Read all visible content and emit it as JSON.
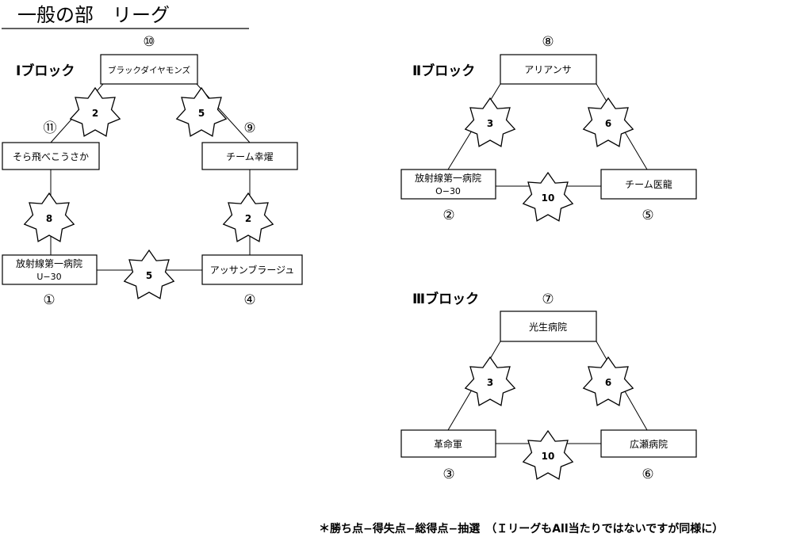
{
  "title": "一般の部　リーグ",
  "note": "＊勝ち点−得失点−総得点−抽選　（ＩリーグもAll当たりではないですが同様に）",
  "blocks": [
    {
      "label": "Ⅰブロック",
      "teams": [
        {
          "name": "ブラックダイヤモンズ",
          "sub": "",
          "seed": "⑩"
        },
        {
          "name": "そら飛べこうさか",
          "sub": "",
          "seed": "⑪"
        },
        {
          "name": "チーム幸燿",
          "sub": "",
          "seed": "⑨"
        },
        {
          "name": "放射線第一病院",
          "sub": "U−30",
          "seed": "①"
        },
        {
          "name": "アッサンブラージュ",
          "sub": "",
          "seed": "④"
        }
      ],
      "matches": [
        "2",
        "5",
        "8",
        "2",
        "5"
      ]
    },
    {
      "label": "Ⅱブロック",
      "teams": [
        {
          "name": "アリアンサ",
          "sub": "",
          "seed": "⑧"
        },
        {
          "name": "放射線第一病院",
          "sub": "O−30",
          "seed": "②"
        },
        {
          "name": "チーム医龍",
          "sub": "",
          "seed": "⑤"
        }
      ],
      "matches": [
        "3",
        "6",
        "10"
      ]
    },
    {
      "label": "Ⅲブロック",
      "teams": [
        {
          "name": "光生病院",
          "sub": "",
          "seed": "⑦"
        },
        {
          "name": "革命軍",
          "sub": "",
          "seed": "③"
        },
        {
          "name": "広瀬病院",
          "sub": "",
          "seed": "⑥"
        }
      ],
      "matches": [
        "3",
        "6",
        "10"
      ]
    }
  ]
}
